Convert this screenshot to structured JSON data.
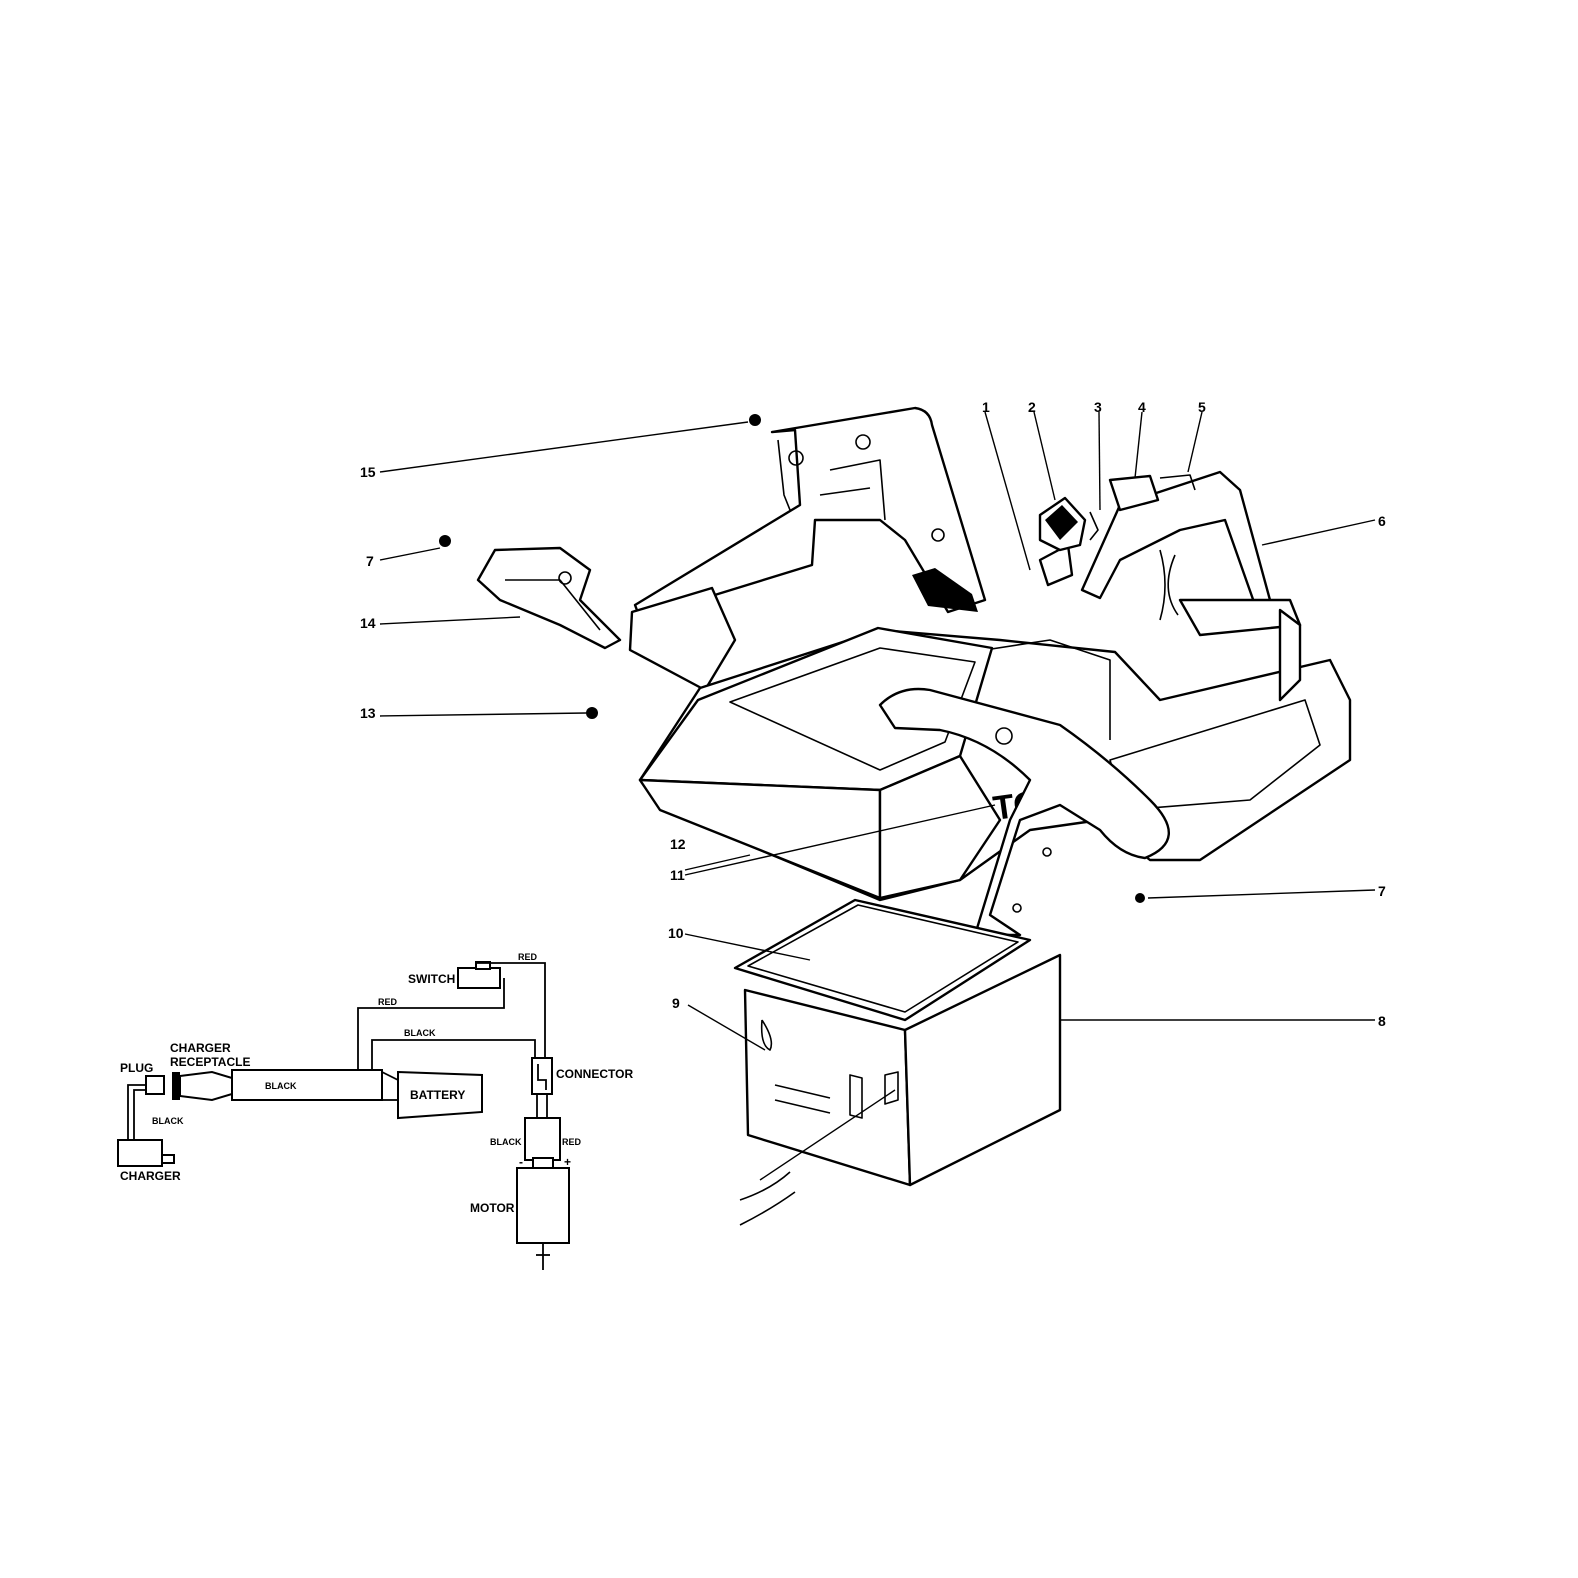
{
  "callouts": [
    "1",
    "2",
    "3",
    "4",
    "5",
    "6",
    "7",
    "8",
    "9",
    "10",
    "11",
    "12",
    "13",
    "14",
    "15",
    "7"
  ],
  "wiring": {
    "switch": "SWITCH",
    "red_top": "RED",
    "red_left": "RED",
    "black_mid": "BLACK",
    "connector": "CONNECTOR",
    "plug": "PLUG",
    "charger_receptacle_line1": "CHARGER",
    "charger_receptacle_line2": "RECEPTACLE",
    "black_cord": "BLACK",
    "battery": "BATTERY",
    "black_charger": "BLACK",
    "charger": "CHARGER",
    "black_motor": "BLACK",
    "red_motor": "RED",
    "minus": "-",
    "plus": "+",
    "motor": "MOTOR"
  }
}
